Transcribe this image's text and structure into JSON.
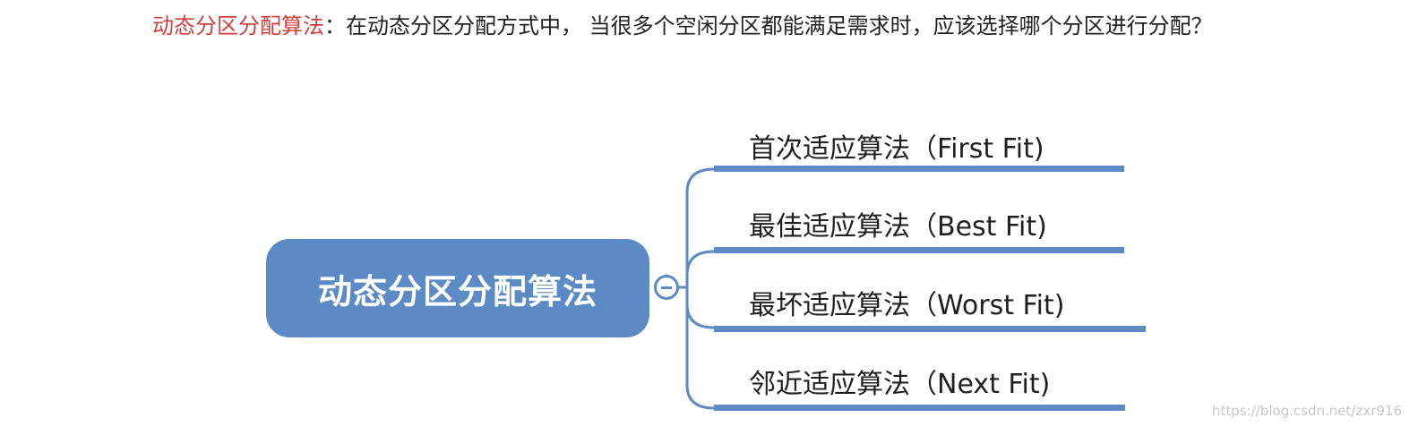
{
  "intro": {
    "term": "动态分区分配算法",
    "text": "：在动态分区分配方式中， 当很多个空闲分区都能满足需求时，应该选择哪个分区进行分配？"
  },
  "mindmap": {
    "root_label": "动态分区分配算法",
    "branches": [
      {
        "label": "首次适应算法（First Fit)"
      },
      {
        "label": "最佳适应算法（Best Fit)"
      },
      {
        "label": "最坏适应算法（Worst Fit)"
      },
      {
        "label": "邻近适应算法（Next Fit)"
      }
    ],
    "colors": {
      "node_fill": "#5b8ac4",
      "connector": "#5b8ac4",
      "term_highlight": "#d0413b"
    }
  },
  "watermark": "https://blog.csdn.net/zxr916"
}
